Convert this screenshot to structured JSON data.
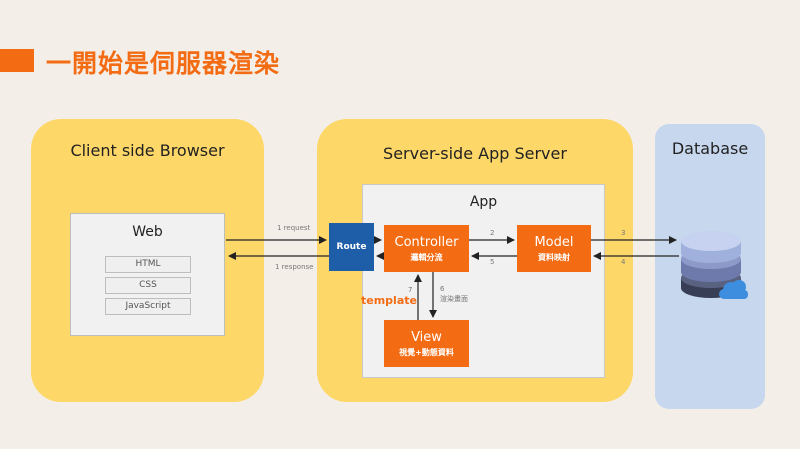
{
  "title": "一開始是伺服器渲染",
  "client": {
    "title": "Client side Browser",
    "web": {
      "title": "Web",
      "items": [
        "HTML",
        "CSS",
        "JavaScript"
      ]
    }
  },
  "server": {
    "title": "Server-side App Server",
    "app": {
      "title": "App",
      "route": "Route",
      "controller": {
        "name": "Controller",
        "desc": "邏輯分流"
      },
      "model": {
        "name": "Model",
        "desc": "資料映射"
      },
      "view": {
        "name": "View",
        "desc": "視覺+動態資料"
      },
      "template_label": "template"
    }
  },
  "database": {
    "title": "Database"
  },
  "flows": {
    "request": "1 request",
    "response": "1 response",
    "step2": "2",
    "step3": "3",
    "step4": "4",
    "step5": "5",
    "step6": "6",
    "step6_desc": "渲染畫面",
    "step7": "7"
  },
  "colors": {
    "accent": "#f36c14",
    "panel_yellow": "#fdd767",
    "panel_blue": "#c7d7ee",
    "route_blue": "#1e5ea8"
  }
}
